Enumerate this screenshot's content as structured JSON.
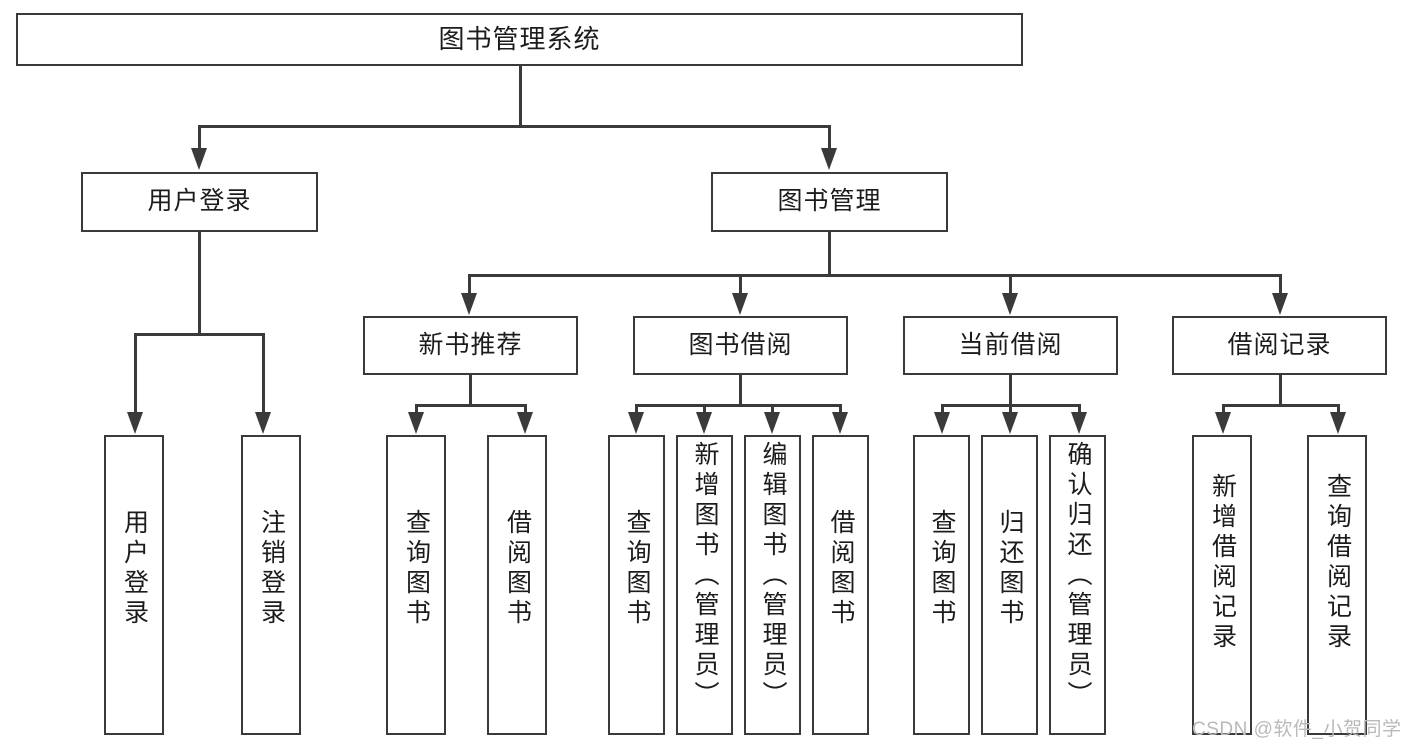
{
  "diagram": {
    "type": "tree-hierarchy-chart",
    "title": "图书管理系统",
    "orientation": "top-down",
    "line_color": "#3a3a3a",
    "box_fill": "#ffffff",
    "text_color": "#1c1c1c"
  },
  "root": {
    "label": "图书管理系统"
  },
  "level2": [
    {
      "label": "用户登录"
    },
    {
      "label": "图书管理"
    }
  ],
  "level3": [
    {
      "label": "新书推荐"
    },
    {
      "label": "图书借阅"
    },
    {
      "label": "当前借阅"
    },
    {
      "label": "借阅记录"
    }
  ],
  "leaves": {
    "user_login": [
      {
        "label": "用户登录"
      },
      {
        "label": "注销登录"
      }
    ],
    "new_book": [
      {
        "label": "查询图书"
      },
      {
        "label": "借阅图书"
      }
    ],
    "book_borrow": [
      {
        "label": "查询图书"
      },
      {
        "label": "新增图书（管理员）"
      },
      {
        "label": "编辑图书（管理员）"
      },
      {
        "label": "借阅图书"
      }
    ],
    "current_borrow": [
      {
        "label": "查询图书"
      },
      {
        "label": "归还图书"
      },
      {
        "label": "确认归还（管理员）"
      }
    ],
    "borrow_record": [
      {
        "label": "新增借阅记录"
      },
      {
        "label": "查询借阅记录"
      }
    ]
  },
  "watermark": {
    "text": "CSDN @软件_小贺同学"
  }
}
